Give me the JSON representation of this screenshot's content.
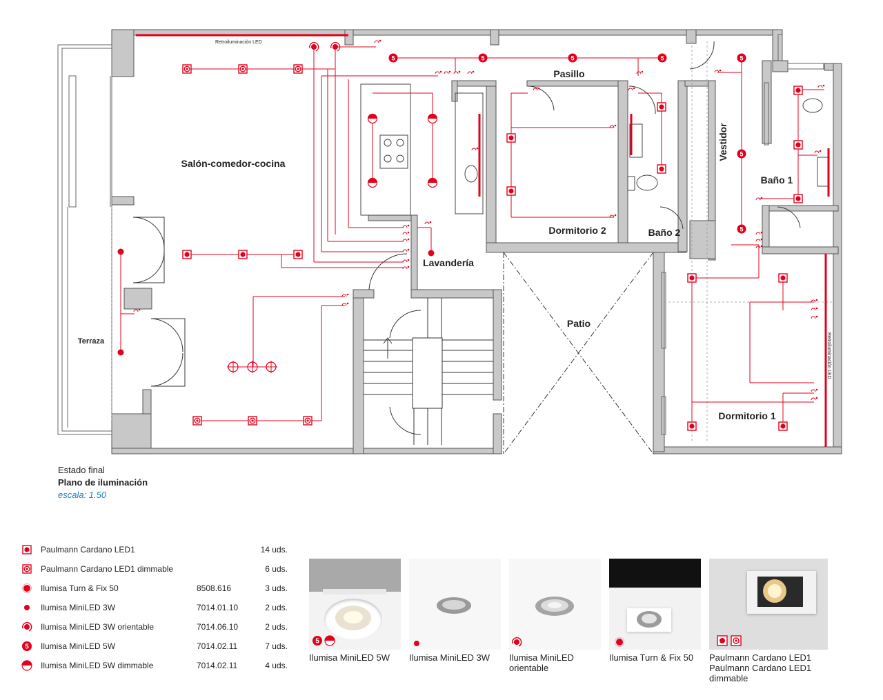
{
  "plan": {
    "rooms": {
      "salon": "Salón-comedor-cocina",
      "pasillo": "Pasillo",
      "dormitorio2": "Dormitorio 2",
      "bano2": "Baño 2",
      "vestidor": "Vestidor",
      "bano1": "Baño 1",
      "lavanderia": "Lavandería",
      "patio": "Patio",
      "terraza": "Terraza",
      "dormitorio1": "Dormitorio 1"
    },
    "led_strip_label_top": "Retroiluminación LED",
    "led_strip_label_right": "Retroiluminación LED",
    "fixture_number": "5"
  },
  "caption": {
    "state": "Estado final",
    "title": "Plano de iluminación",
    "scale": "escala: 1.50"
  },
  "legend": [
    {
      "name": "Paulmann Cardano LED1",
      "code": "",
      "qty": "14 uds.",
      "icon": "square-dot-icon"
    },
    {
      "name": "Paulmann Cardano LED1 dimmable",
      "code": "",
      "qty": "6 uds.",
      "icon": "square-swirl-icon"
    },
    {
      "name": "Ilumisa Turn & Fix 50",
      "code": "8508.616",
      "qty": "3 uds.",
      "icon": "dot-ring-icon"
    },
    {
      "name": "Ilumisa MiniLED 3W",
      "code": "7014.01.10",
      "qty": "2 uds.",
      "icon": "small-dot-icon"
    },
    {
      "name": "Ilumisa MiniLED 3W orientable",
      "code": "7014.06.10",
      "qty": "2 uds.",
      "icon": "rotate-dot-icon"
    },
    {
      "name": "Ilumisa MiniLED 5W",
      "code": "7014.02.11",
      "qty": "7 uds.",
      "icon": "circle-five-icon"
    },
    {
      "name": "Ilumisa MiniLED 5W dimmable",
      "code": "7014.02.11",
      "qty": "4 uds.",
      "icon": "half-circle-icon"
    }
  ],
  "products": [
    {
      "name": "Ilumisa MiniLED 5W",
      "icon": "downlight-photo"
    },
    {
      "name": "Ilumisa MiniLED 3W",
      "icon": "mini-led-photo"
    },
    {
      "name": "Ilumisa MiniLED orientable",
      "icon": "orientable-photo"
    },
    {
      "name": "Ilumisa Turn & Fix 50",
      "icon": "turn-fix-photo"
    },
    {
      "name": "Paulmann Cardano LED1 Paulmann Cardano LED1 dimmable",
      "icon": "cardano-photo"
    }
  ],
  "colors": {
    "accent": "#e3001b",
    "wall": "#c8c8c8",
    "wall_stroke": "#555555",
    "scale_text": "#1f7fc0"
  }
}
